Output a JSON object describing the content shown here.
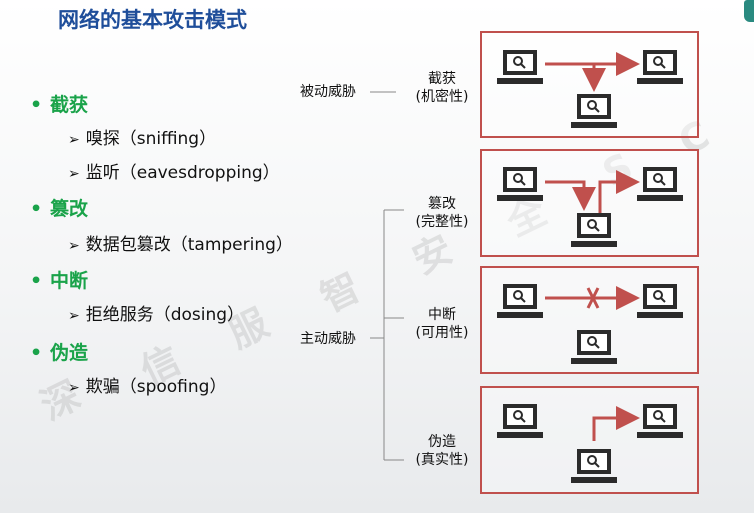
{
  "title": "网络的基本攻击模式",
  "watermark": [
    "深",
    "信",
    "服",
    "智",
    "安",
    "全",
    "S",
    "C"
  ],
  "categories": [
    {
      "label": "截获",
      "subs": [
        "嗅探（sniffing）",
        "监听（eavesdropping）"
      ]
    },
    {
      "label": "篡改",
      "subs": [
        "数据包篡改（tampering）"
      ]
    },
    {
      "label": "中断",
      "subs": [
        "拒绝服务（dosing）"
      ]
    },
    {
      "label": "伪造",
      "subs": [
        "欺骗（spoofing）"
      ]
    }
  ],
  "threats": {
    "passive": "被动威胁",
    "active": "主动威胁"
  },
  "attacks": [
    {
      "name": "截获",
      "property": "(机密性)"
    },
    {
      "name": "篡改",
      "property": "(完整性)"
    },
    {
      "name": "中断",
      "property": "(可用性)"
    },
    {
      "name": "伪造",
      "property": "(真实性)"
    }
  ],
  "colors": {
    "title": "#1f4e9a",
    "category": "#1aa34a",
    "arrow": "#c0504d",
    "screen": "#2b2b2b"
  }
}
